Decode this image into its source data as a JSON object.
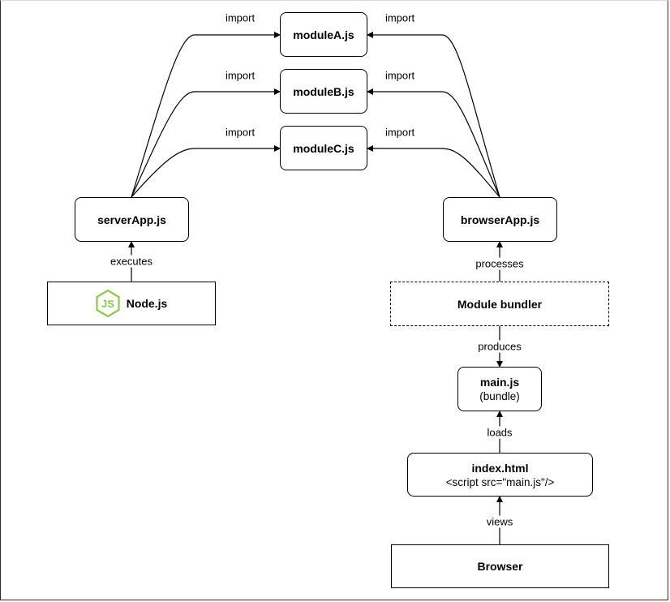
{
  "nodes": {
    "moduleA": "moduleA.js",
    "moduleB": "moduleB.js",
    "moduleC": "moduleC.js",
    "serverApp": "serverApp.js",
    "browserApp": "browserApp.js",
    "node": "Node.js",
    "moduleBundler": "Module bundler",
    "mainJs": {
      "title": "main.js",
      "subtitle": "(bundle)"
    },
    "indexHtml": {
      "title": "index.html",
      "subtitle": "<script src=\"main.js\"/>"
    },
    "browser": "Browser"
  },
  "edges": {
    "importLabel": "import",
    "executes": "executes",
    "processes": "processes",
    "produces": "produces",
    "loads": "loads",
    "views": "views"
  },
  "logo": {
    "icon": "nodejs-logo-icon",
    "text": "JS",
    "color": "#8cc84b"
  }
}
